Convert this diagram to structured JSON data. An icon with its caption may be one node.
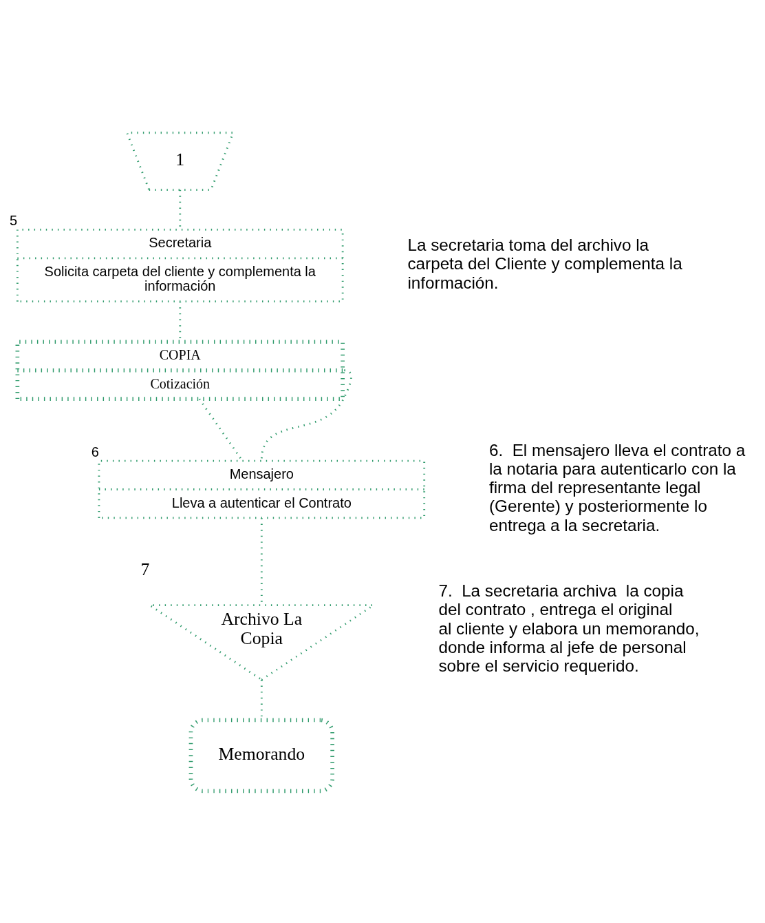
{
  "diagram": {
    "nodes": [
      {
        "text": [
          "1"
        ]
      },
      {
        "text": [
          "Secretaria",
          "Solicita carpeta del cliente y complementa la información"
        ],
        "beside": [
          "5"
        ]
      },
      {
        "text": [
          "COPIA",
          "Cotización"
        ]
      },
      {
        "text": [
          "Mensajero",
          "Lleva a autenticar el Contrato"
        ],
        "beside": [
          "6"
        ]
      },
      {
        "text": [
          "Archivo La Copia"
        ],
        "beside": [
          "7"
        ]
      },
      {
        "text": [
          "Memorando"
        ]
      }
    ],
    "edges": [
      {
        "from": 0,
        "to": 1,
        "arrow": "none"
      },
      {
        "from": 1,
        "to": 2,
        "arrow": "none"
      },
      {
        "from": 2,
        "to": 3,
        "arrow": "none"
      },
      {
        "from": 2,
        "to": 3,
        "arrow": "none"
      },
      {
        "from": 3,
        "to": 4,
        "arrow": "none"
      },
      {
        "from": 4,
        "to": 5,
        "arrow": "none"
      }
    ],
    "labels": [
      "La secretaria toma del archivo la carpeta del Cliente y complementa la información.",
      "6.  El mensajero lleva el contrato a la notaria para autenticarlo con la firma del representante legal (Gerente) y posteriormente lo entrega a la secretaria.",
      "7.  La secretaria archiva  la copia del contrato , entrega el original al cliente y elabora un memorando, donde informa al jefe de personal sobre el servicio requerido."
    ]
  }
}
